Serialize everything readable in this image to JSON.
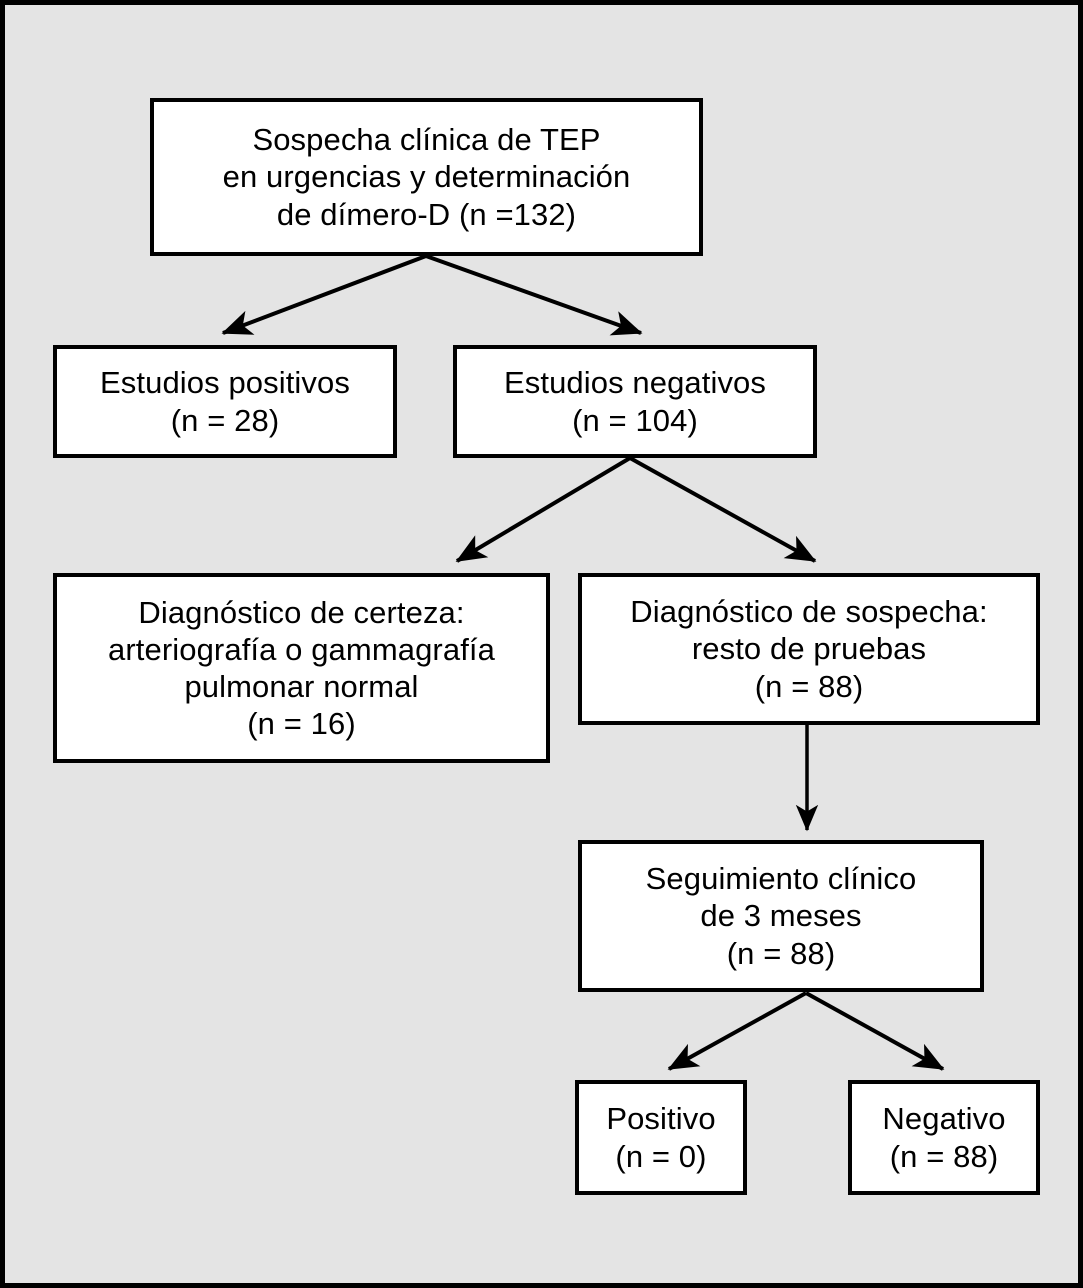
{
  "figure": {
    "type": "flowchart",
    "background_color": "#e4e4e4",
    "border_color": "#000000",
    "box_fill_color": "#ffffff",
    "text_color": "#000000",
    "language": "es"
  },
  "nodes": {
    "suspicion": {
      "id": "suspicion",
      "lines": [
        "Sospecha clínica de TEP",
        "en urgencias y determinación",
        "de dímero-D (n =132)"
      ],
      "n": 132
    },
    "positive_studies": {
      "id": "positive_studies",
      "lines": [
        "Estudios positivos",
        "(n = 28)"
      ],
      "n": 28
    },
    "negative_studies": {
      "id": "negative_studies",
      "lines": [
        "Estudios negativos",
        "(n = 104)"
      ],
      "n": 104
    },
    "certainty_diagnosis": {
      "id": "certainty_diagnosis",
      "lines": [
        "Diagnóstico de certeza:",
        "arteriografía o gammagrafía",
        "pulmonar normal",
        "(n = 16)"
      ],
      "n": 16
    },
    "suspected_diagnosis": {
      "id": "suspected_diagnosis",
      "lines": [
        "Diagnóstico de sospecha:",
        "resto de pruebas",
        "(n = 88)"
      ],
      "n": 88
    },
    "followup": {
      "id": "followup",
      "lines": [
        "Seguimiento clínico",
        "de 3 meses",
        "(n = 88)"
      ],
      "n": 88
    },
    "positive": {
      "id": "positive",
      "lines": [
        "Positivo",
        "(n = 0)"
      ],
      "n": 0
    },
    "negative": {
      "id": "negative",
      "lines": [
        "Negativo",
        "(n = 88)"
      ],
      "n": 88
    }
  },
  "edges": [
    {
      "from": "suspicion",
      "to": "positive_studies",
      "style": "arrow"
    },
    {
      "from": "suspicion",
      "to": "negative_studies",
      "style": "arrow"
    },
    {
      "from": "negative_studies",
      "to": "certainty_diagnosis",
      "style": "arrow"
    },
    {
      "from": "negative_studies",
      "to": "suspected_diagnosis",
      "style": "arrow"
    },
    {
      "from": "suspected_diagnosis",
      "to": "followup",
      "style": "arrow"
    },
    {
      "from": "followup",
      "to": "positive",
      "style": "arrow"
    },
    {
      "from": "followup",
      "to": "negative",
      "style": "arrow"
    }
  ]
}
